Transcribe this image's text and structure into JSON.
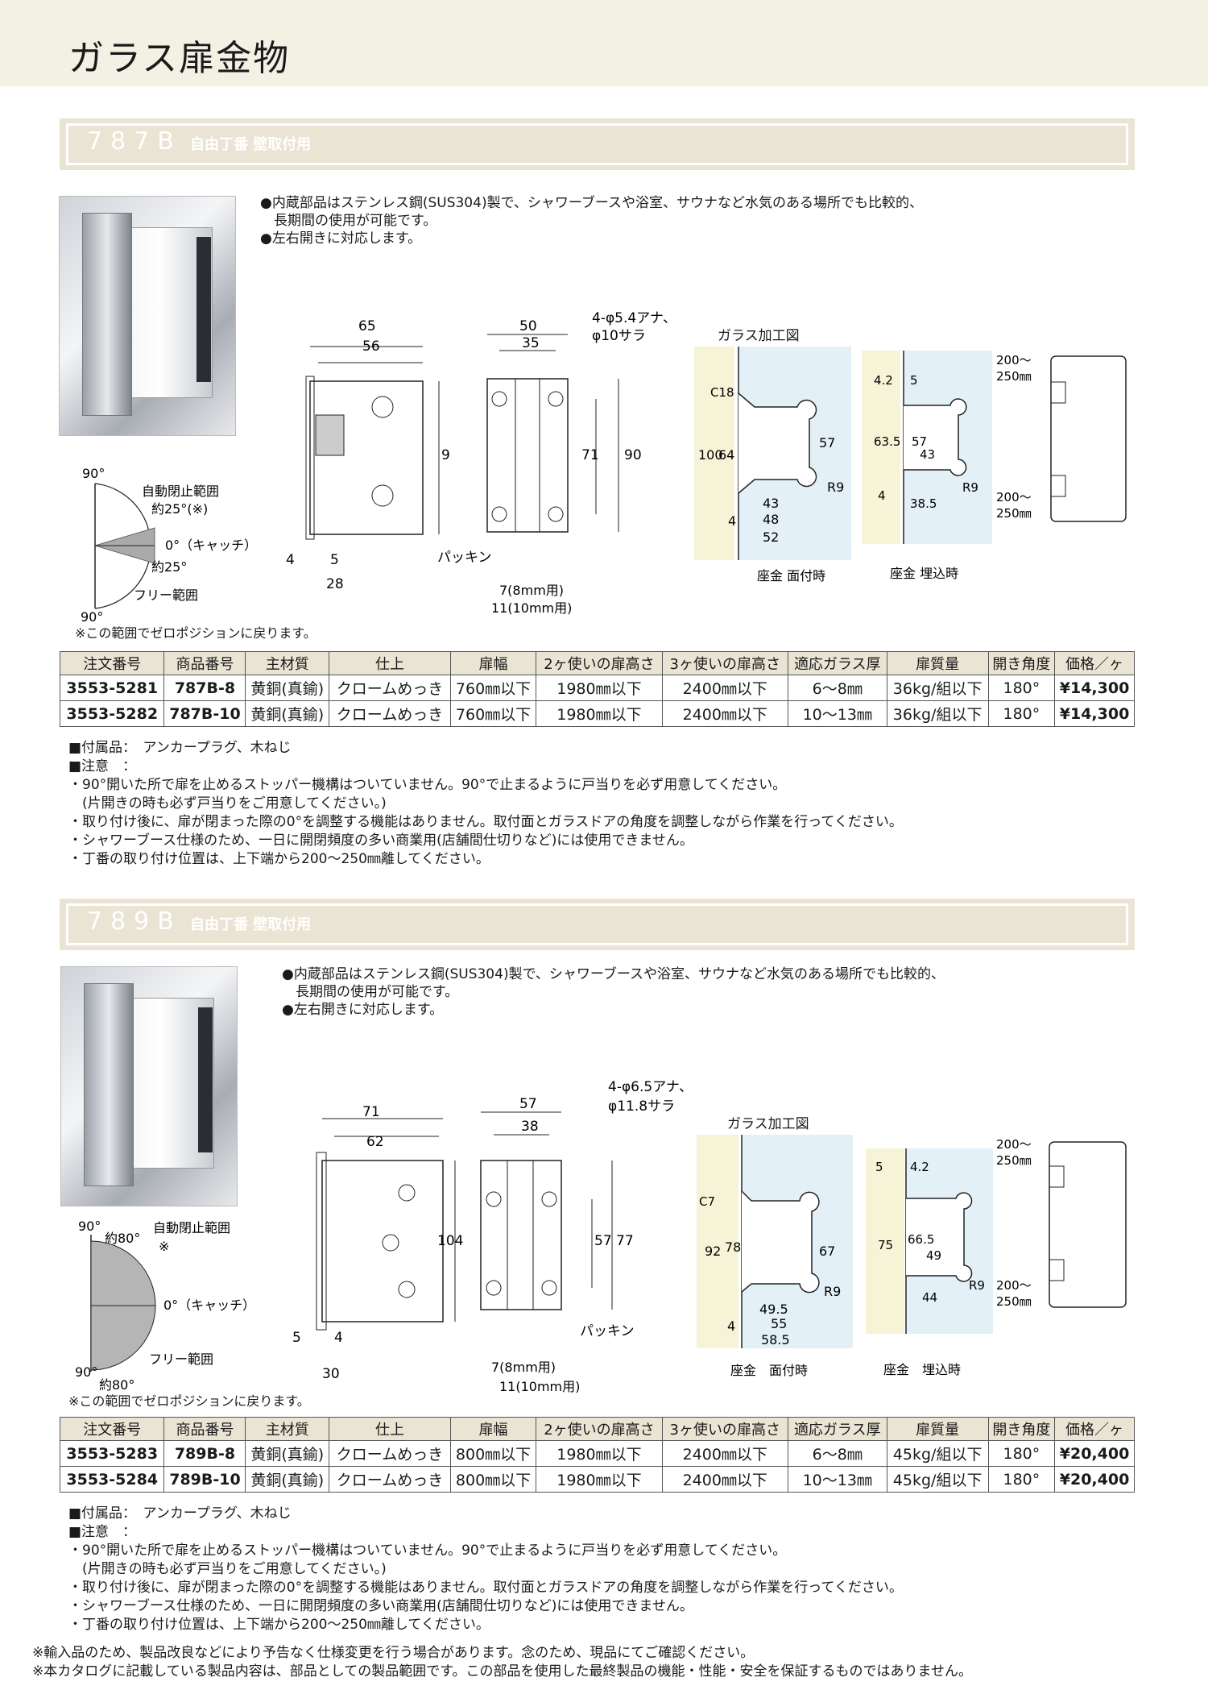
{
  "page_title": "ガラス扉金物",
  "sections": [
    {
      "code": "787B",
      "subtitle": "自由丁番 壁取付用",
      "bullets": [
        "●内蔵部品はステンレス鋼(SUS304)製で、シャワーブースや浴室、サウナなど水気のある場所でも比較的、",
        "　長期間の使用が可能です。",
        "●左右開きに対応します。"
      ],
      "angle_labels": {
        "top": "90°",
        "auto_close": "自動閉止範囲",
        "approx_top": "約25°(※)",
        "catch": "0°（キャッチ）",
        "approx_bottom": "約25°",
        "free": "フリー範囲",
        "bottom": "90°"
      },
      "angle_note": "※この範囲でゼロポジションに戻ります。",
      "dims_front": {
        "w_outer": "65",
        "w_inner": "56",
        "h": "90",
        "a": "4",
        "b": "5",
        "c": "28"
      },
      "dims_side": {
        "w_outer": "50",
        "w_inner": "35",
        "h_inner": "71",
        "h": "90",
        "hole": "4-φ5.4アナ、",
        "washer": "φ10サラ",
        "packing": "パッキン",
        "gap1": "7(8mm用)",
        "gap2": "11(10mm用)"
      },
      "glass_title": "ガラス加工図",
      "glass_face": {
        "c": "C18",
        "h1": "100",
        "h2": "64",
        "h3": "57",
        "r": "R9",
        "w1": "43",
        "w2": "48",
        "w3": "52",
        "t": "4",
        "label": "座金 面付時"
      },
      "glass_embed": {
        "a": "4.2",
        "b": "5",
        "h1": "63.5",
        "h2": "57",
        "w1": "43",
        "w2": "38.5",
        "t": "4",
        "r": "R9",
        "label": "座金 埋込時"
      },
      "door": {
        "top": "200～",
        "top2": "250㎜",
        "bottom": "200～",
        "bottom2": "250㎜"
      },
      "table_headers": [
        "注文番号",
        "商品番号",
        "主材質",
        "仕上",
        "扉幅",
        "2ヶ使いの扉高さ",
        "3ヶ使いの扉高さ",
        "適応ガラス厚",
        "扉質量",
        "開き角度",
        "価格／ヶ"
      ],
      "rows": [
        [
          "3553-5281",
          "787B-8",
          "黄銅(真鍮)",
          "クロームめっき",
          "760㎜以下",
          "1980㎜以下",
          "2400㎜以下",
          "6～8㎜",
          "36kg/組以下",
          "180°",
          "¥14,300"
        ],
        [
          "3553-5282",
          "787B-10",
          "黄銅(真鍮)",
          "クロームめっき",
          "760㎜以下",
          "1980㎜以下",
          "2400㎜以下",
          "10～13㎜",
          "36kg/組以下",
          "180°",
          "¥14,300"
        ]
      ],
      "notes": [
        "■付属品：　アンカープラグ、木ねじ",
        "■注意　：",
        "・90°開いた所で扉を止めるストッパー機構はついていません。90°で止まるように戸当りを必ず用意してください。",
        "　(片開きの時も必ず戸当りをご用意してください。)",
        "・取り付け後に、扉が閉まった際の0°を調整する機能はありません。取付面とガラスドアの角度を調整しながら作業を行ってください。",
        "・シャワーブース仕様のため、一日に開閉頻度の多い商業用(店舗間仕切りなど)には使用できません。",
        "・丁番の取り付け位置は、上下端から200～250㎜離してください。"
      ]
    },
    {
      "code": "789B",
      "subtitle": "自由丁番 壁取付用",
      "bullets": [
        "●内蔵部品はステンレス鋼(SUS304)製で、シャワーブースや浴室、サウナなど水気のある場所でも比較的、",
        "　長期間の使用が可能です。",
        "●左右開きに対応します。"
      ],
      "angle_labels": {
        "top": "90°",
        "auto_close": "自動閉止範囲",
        "approx_top": "約80°",
        "mark": "※",
        "catch": "0°（キャッチ）",
        "approx_bottom": "約80°",
        "free": "フリー範囲",
        "bottom": "90°"
      },
      "angle_note": "※この範囲でゼロポジションに戻ります。",
      "dims_front": {
        "w_outer": "71",
        "w_inner": "62",
        "h": "104",
        "a": "5",
        "b": "4",
        "c": "30"
      },
      "dims_side": {
        "w_outer": "57",
        "w_inner": "38",
        "h_inner": "57",
        "h": "77",
        "hole": "4-φ6.5アナ、",
        "washer": "φ11.8サラ",
        "packing": "パッキン",
        "gap1": "7(8mm用)",
        "gap2": "11(10mm用)"
      },
      "glass_title": "ガラス加工図",
      "glass_face": {
        "c": "C7",
        "h1": "92",
        "h2": "78",
        "h3": "67",
        "r": "R9",
        "w1": "49.5",
        "w2": "55",
        "w3": "58.5",
        "t": "4",
        "label": "座金　面付時"
      },
      "glass_embed": {
        "a": "4.2",
        "b": "5",
        "h1": "75",
        "h2": "66.5",
        "w1": "49",
        "w2": "44",
        "r": "R9",
        "label": "座金　埋込時"
      },
      "door": {
        "top": "200～",
        "top2": "250㎜",
        "bottom": "200～",
        "bottom2": "250㎜"
      },
      "table_headers": [
        "注文番号",
        "商品番号",
        "主材質",
        "仕上",
        "扉幅",
        "2ヶ使いの扉高さ",
        "3ヶ使いの扉高さ",
        "適応ガラス厚",
        "扉質量",
        "開き角度",
        "価格／ヶ"
      ],
      "rows": [
        [
          "3553-5283",
          "789B-8",
          "黄銅(真鍮)",
          "クロームめっき",
          "800㎜以下",
          "1980㎜以下",
          "2400㎜以下",
          "6～8㎜",
          "45kg/組以下",
          "180°",
          "¥20,400"
        ],
        [
          "3553-5284",
          "789B-10",
          "黄銅(真鍮)",
          "クロームめっき",
          "800㎜以下",
          "1980㎜以下",
          "2400㎜以下",
          "10～13㎜",
          "45kg/組以下",
          "180°",
          "¥20,400"
        ]
      ],
      "notes": [
        "■付属品：　アンカープラグ、木ねじ",
        "■注意　：",
        "・90°開いた所で扉を止めるストッパー機構はついていません。90°で止まるように戸当りを必ず用意してください。",
        "　(片開きの時も必ず戸当りをご用意してください。)",
        "・取り付け後に、扉が閉まった際の0°を調整する機能はありません。取付面とガラスドアの角度を調整しながら作業を行ってください。",
        "・シャワーブース仕様のため、一日に開閉頻度の多い商業用(店舗間仕切りなど)には使用できません。",
        "・丁番の取り付け位置は、上下端から200～250㎜離してください。"
      ]
    }
  ],
  "footer": [
    "※輸入品のため、製品改良などにより予告なく仕様変更を行う場合があります。念のため、現品にてご確認ください。",
    "※本カタログに記載している製品内容は、部品としての製品範囲です。この部品を使用した最終製品の機能・性能・安全を保証するものではありません。"
  ]
}
